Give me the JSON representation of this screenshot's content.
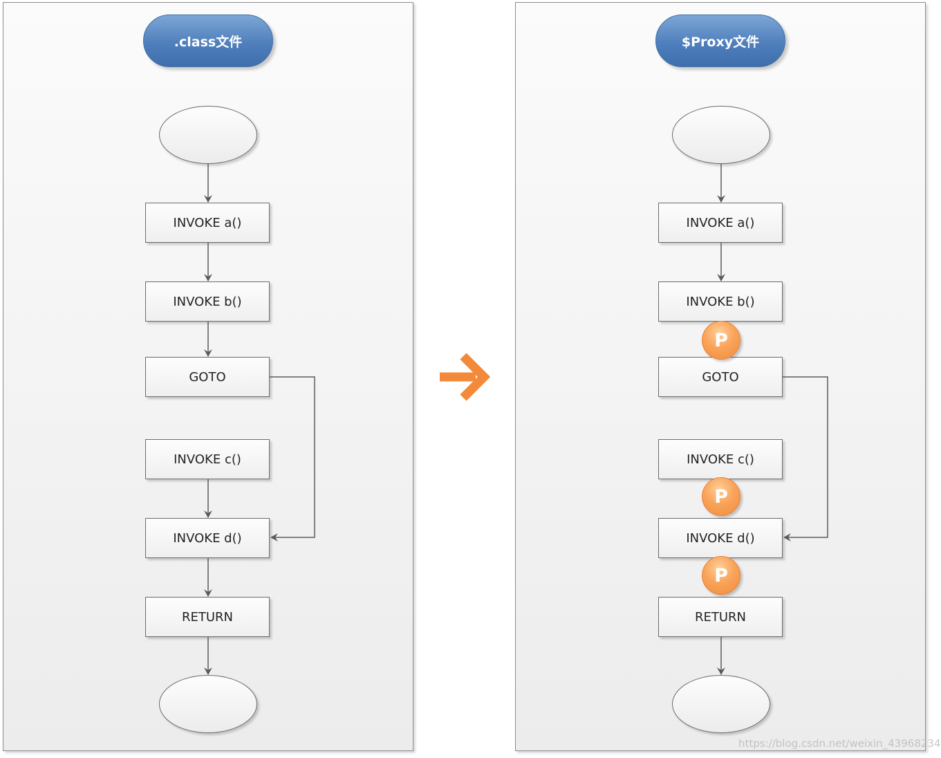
{
  "left_panel": {
    "title": ".class文件",
    "nodes": {
      "invoke_a": "INVOKE a()",
      "invoke_b": "INVOKE b()",
      "goto": "GOTO",
      "invoke_c": "INVOKE c()",
      "invoke_d": "INVOKE d()",
      "return": "RETURN"
    }
  },
  "right_panel": {
    "title": "$Proxy文件",
    "nodes": {
      "invoke_a": "INVOKE a()",
      "invoke_b": "INVOKE b()",
      "goto": "GOTO",
      "invoke_c": "INVOKE c()",
      "invoke_d": "INVOKE d()",
      "return": "RETURN"
    },
    "proxy_badge": "P"
  },
  "watermark": "https://blog.csdn.net/weixin_43968234",
  "colors": {
    "pill_blue": "#4f7fbc",
    "badge_orange": "#f08b3b",
    "arrow_orange": "#f28a3a",
    "connector_gray": "#5a5a5a"
  }
}
